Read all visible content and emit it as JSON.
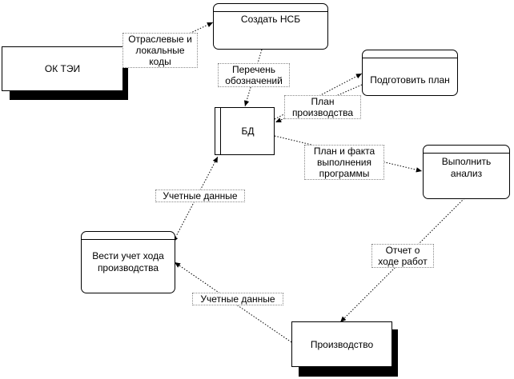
{
  "entities": {
    "oktei": "ОК ТЭИ",
    "production": "Производство"
  },
  "processes": {
    "create_nsb": "Создать НСБ",
    "prepare_plan": "Подготовить план",
    "analysis": [
      "Выполнить",
      "анализ"
    ],
    "record_keeping": [
      "Вести учет хода",
      "производства"
    ]
  },
  "store": {
    "db": "БД"
  },
  "flows": {
    "codes": [
      "Отраслевые и",
      "локальные",
      "коды"
    ],
    "designations": [
      "Перечень",
      "обозначений"
    ],
    "production_plan": [
      "План",
      "производства"
    ],
    "plan_fact": [
      "План и факта",
      "выполнения",
      "программы"
    ],
    "accounting_data_upper": "Учетные данные",
    "progress_report": [
      "Отчет о",
      "ходе работ"
    ],
    "accounting_data_lower": "Учетные данные"
  }
}
